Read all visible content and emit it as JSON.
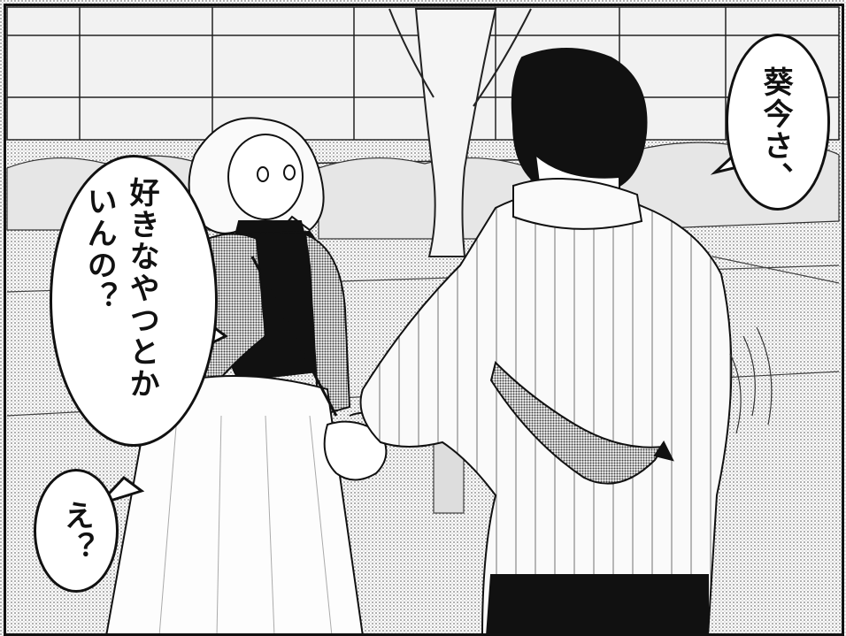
{
  "panel": {
    "bubbles": [
      {
        "id": "b1",
        "text": "葵今さ、"
      },
      {
        "id": "b2",
        "line1": "好きなやつとか",
        "line2": "いんの？"
      },
      {
        "id": "b3",
        "text": "え？"
      }
    ]
  },
  "colors": {
    "ink": "#111111",
    "paper": "#ffffff",
    "screentone": "#bdbdbd"
  }
}
